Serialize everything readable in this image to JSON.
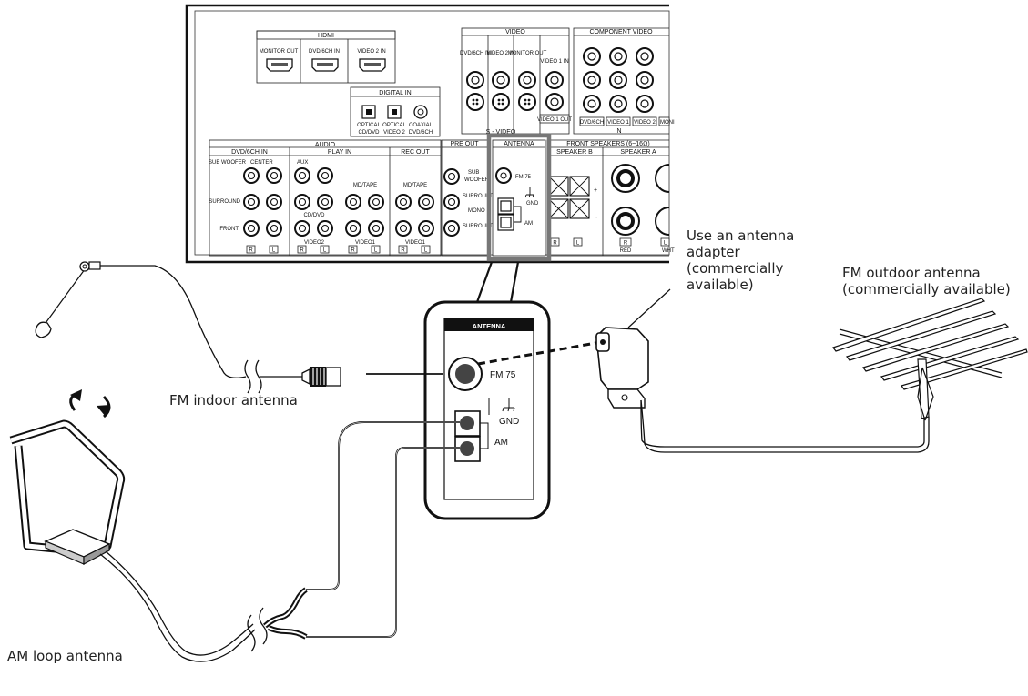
{
  "callouts": {
    "fm_indoor": "FM indoor antenna",
    "am_loop": "AM loop antenna",
    "adapter": [
      "Use an antenna",
      "adapter",
      "(commercially",
      "available)"
    ],
    "fm_outdoor": [
      "FM outdoor antenna",
      "(commercially available)"
    ]
  },
  "panel": {
    "hdmi": {
      "title": "HDMI",
      "ports": [
        "MONITOR OUT",
        "DVD/6CH IN",
        "VIDEO 2 IN"
      ]
    },
    "digital_in": {
      "title": "DIGITAL IN",
      "ports": [
        "OPTICAL",
        "OPTICAL",
        "COAXIAL"
      ],
      "subs": [
        "CD/DVD",
        "VIDEO 2",
        "DVD/6CH"
      ]
    },
    "video": {
      "title": "VIDEO",
      "cols": [
        "DVD/6CH IN",
        "VIDEO 2 IN",
        "MONITOR OUT",
        "VIDEO 1 IN"
      ],
      "s_video": "S - VIDEO",
      "video1_out": "VIDEO 1 OUT"
    },
    "component_video": {
      "title": "COMPONENT VIDEO",
      "ins": [
        "DVD/6CH",
        "VIDEO 1",
        "VIDEO 2",
        "MONI"
      ],
      "in_label": "IN"
    },
    "audio": {
      "title": "AUDIO",
      "dvd6ch": "DVD/6CH IN",
      "play_in": "PLAY IN",
      "rec_out": "REC OUT",
      "sub_woofer": "SUB WOOFER",
      "center": "CENTER",
      "surround": "SURROUND",
      "front": "FRONT",
      "aux": "AUX",
      "md_tape": "MD/TAPE",
      "md_tape2": "MD/TAPE",
      "cd_dvd": "CD/DVD",
      "video2": "VIDEO2",
      "video1": "VIDEO1",
      "video1b": "VIDEO1",
      "r": "R",
      "l": "L"
    },
    "pre_out": {
      "title": "PRE OUT",
      "sub": "SUB",
      "woofer": "WOOFER",
      "surround_back": "SURROUND BACK L/",
      "mono": "MONO",
      "surround_back_r": "SURROUND BACK R"
    },
    "antenna": {
      "title": "ANTENNA",
      "fm": "FM 75",
      "gnd": "GND",
      "am": "AM"
    },
    "front_speakers": {
      "title": "FRONT SPEAKERS (6~16Ω)",
      "speaker_b": "SPEAKER B",
      "speaker_a": "SPEAKER A",
      "plus": "+",
      "minus": "-",
      "red": "RED",
      "wht": "WHT",
      "r": "R",
      "l": "L"
    }
  },
  "zoom": {
    "title": "ANTENNA",
    "fm": "FM 75",
    "gnd": "GND",
    "am": "AM"
  }
}
